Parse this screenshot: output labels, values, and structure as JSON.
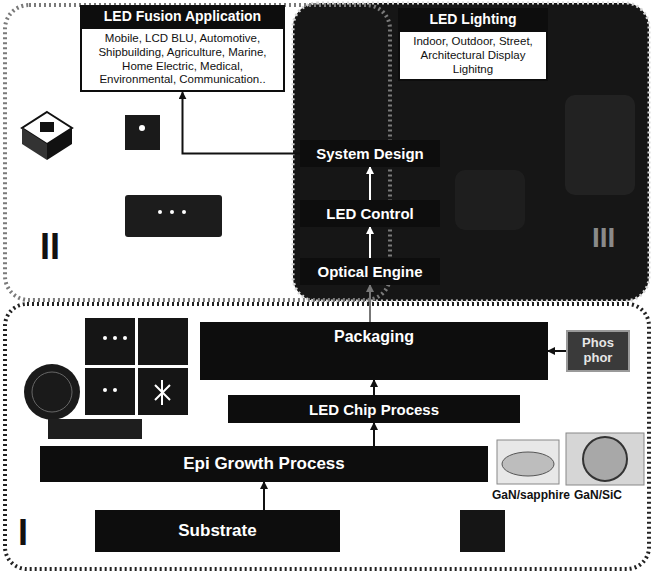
{
  "diagram": {
    "nodes": [
      {
        "text": [
          "LED Fusion Application",
          "Mobile, LCD BLU, Automotive, Shipbuilding, Agriculture, Marine, Home Electric, Medical, Environmental, Communication.."
        ]
      },
      {
        "text": [
          "LED Lighting",
          "Indoor, Outdoor, Street, Architectural Display Lighitng"
        ]
      },
      {
        "text": [
          "System Design"
        ]
      },
      {
        "text": [
          "LED Control"
        ]
      },
      {
        "text": [
          "Optical Engine"
        ]
      },
      {
        "text": [
          "Packaging"
        ]
      },
      {
        "text": [
          "Phos phor"
        ]
      },
      {
        "text": [
          "LED Chip Process"
        ]
      },
      {
        "text": [
          "Epi Growth Process"
        ]
      },
      {
        "text": [
          "Substrate"
        ]
      }
    ],
    "edges": [
      {
        "from": 9,
        "to": 8,
        "arrow": "to"
      },
      {
        "from": 8,
        "to": 7,
        "arrow": "to"
      },
      {
        "from": 7,
        "to": 5,
        "arrow": "to"
      },
      {
        "from": 6,
        "to": 5,
        "arrow": "to"
      },
      {
        "from": 5,
        "to": 4,
        "arrow": "to"
      },
      {
        "from": 4,
        "to": 3,
        "arrow": "to"
      },
      {
        "from": 3,
        "to": 2,
        "arrow": "to"
      },
      {
        "from": 2,
        "to": 0,
        "arrow": "to"
      }
    ],
    "labels": [
      "GaN/sapphire",
      "GaN/SiC",
      "I",
      "II",
      "III"
    ]
  }
}
